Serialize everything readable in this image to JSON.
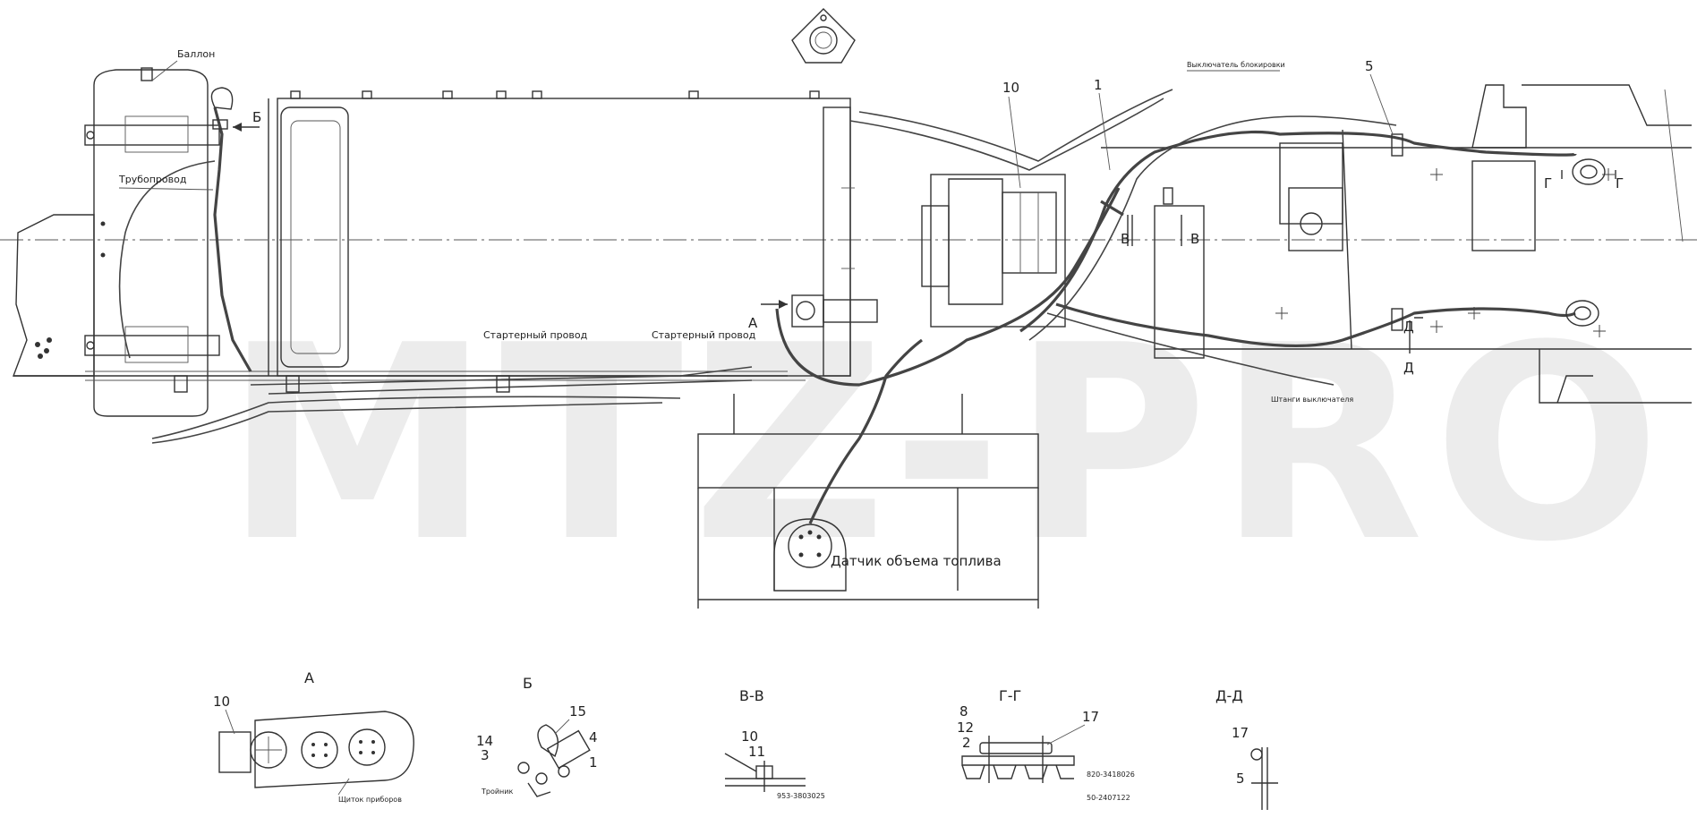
{
  "watermark": "MTZ-PRO",
  "labels": {
    "ballon": "Баллон",
    "truboprovod": "Трубопровод",
    "starter1": "Стартерный провод",
    "starter2": "Стартерный провод",
    "vykl": "Выключатель блокировки",
    "dbl": "Штанги выключателя",
    "datchik": "Датчик объема топлива",
    "shitok": "Щиток приборов",
    "troynik": "Тройник",
    "part_vv": "953-3803025",
    "part_gg1": "820-3418026",
    "part_gg2": "50-2407122"
  },
  "callouts": {
    "n10": "10",
    "n1": "1",
    "n5": "5",
    "arrA": "А",
    "arrB": "Б",
    "arrV1": "В",
    "arrV2": "В",
    "arrG1": "Г",
    "arrG2": "Г",
    "arrD1": "Д",
    "arrD2": "Д"
  },
  "sections": {
    "A": {
      "title": "А",
      "n10": "10"
    },
    "B": {
      "title": "Б",
      "n15": "15",
      "n14": "14",
      "n3": "3",
      "n4": "4",
      "n1": "1"
    },
    "VV": {
      "title": "В-В",
      "n10": "10",
      "n11": "11"
    },
    "GG": {
      "title": "Г-Г",
      "n8": "8",
      "n12": "12",
      "n2": "2",
      "n17": "17"
    },
    "DD": {
      "title": "Д-Д",
      "n17": "17",
      "n5": "5"
    }
  }
}
